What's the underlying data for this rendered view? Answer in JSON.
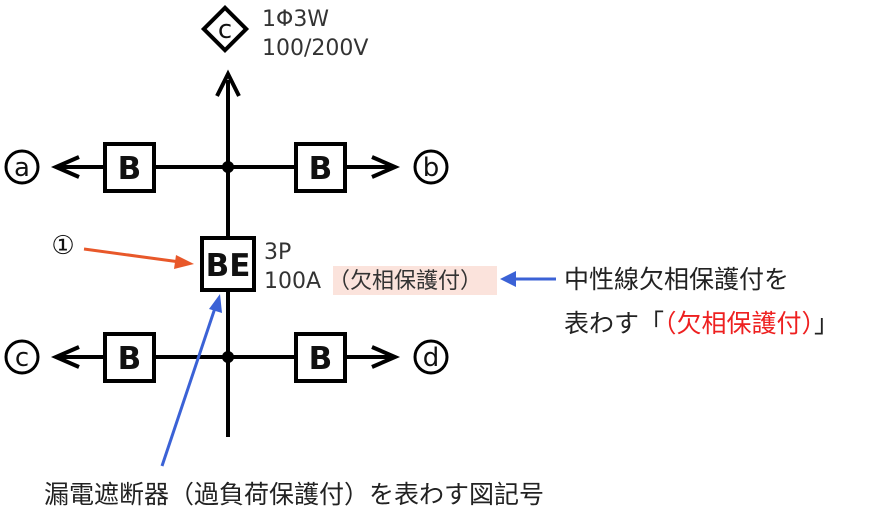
{
  "supply": {
    "symbol": "c",
    "label_line1": "1Φ3W",
    "label_line2": "100/200V"
  },
  "breakers": {
    "branch_label": "B",
    "main_label": "BE",
    "main_poles": "3P",
    "main_rating": "100A",
    "main_protection": "（欠相保護付）"
  },
  "branches": {
    "a": "a",
    "b": "b",
    "c": "c",
    "d": "d"
  },
  "callouts": {
    "number_one": "①",
    "neutral_line1": "中性線欠相保護付を",
    "neutral_line2_prefix": "表わす「",
    "neutral_line2_red": "（欠相保護付）",
    "neutral_line2_suffix": "」",
    "elcb_caption": "漏電遮断器（過負荷保護付）を表わす図記号"
  },
  "colors": {
    "line": "#000000",
    "highlight_bg": "#fbe3dc",
    "arrow_orange": "#e8582a",
    "arrow_blue": "#3b62d6",
    "text_red": "#ee2020"
  }
}
